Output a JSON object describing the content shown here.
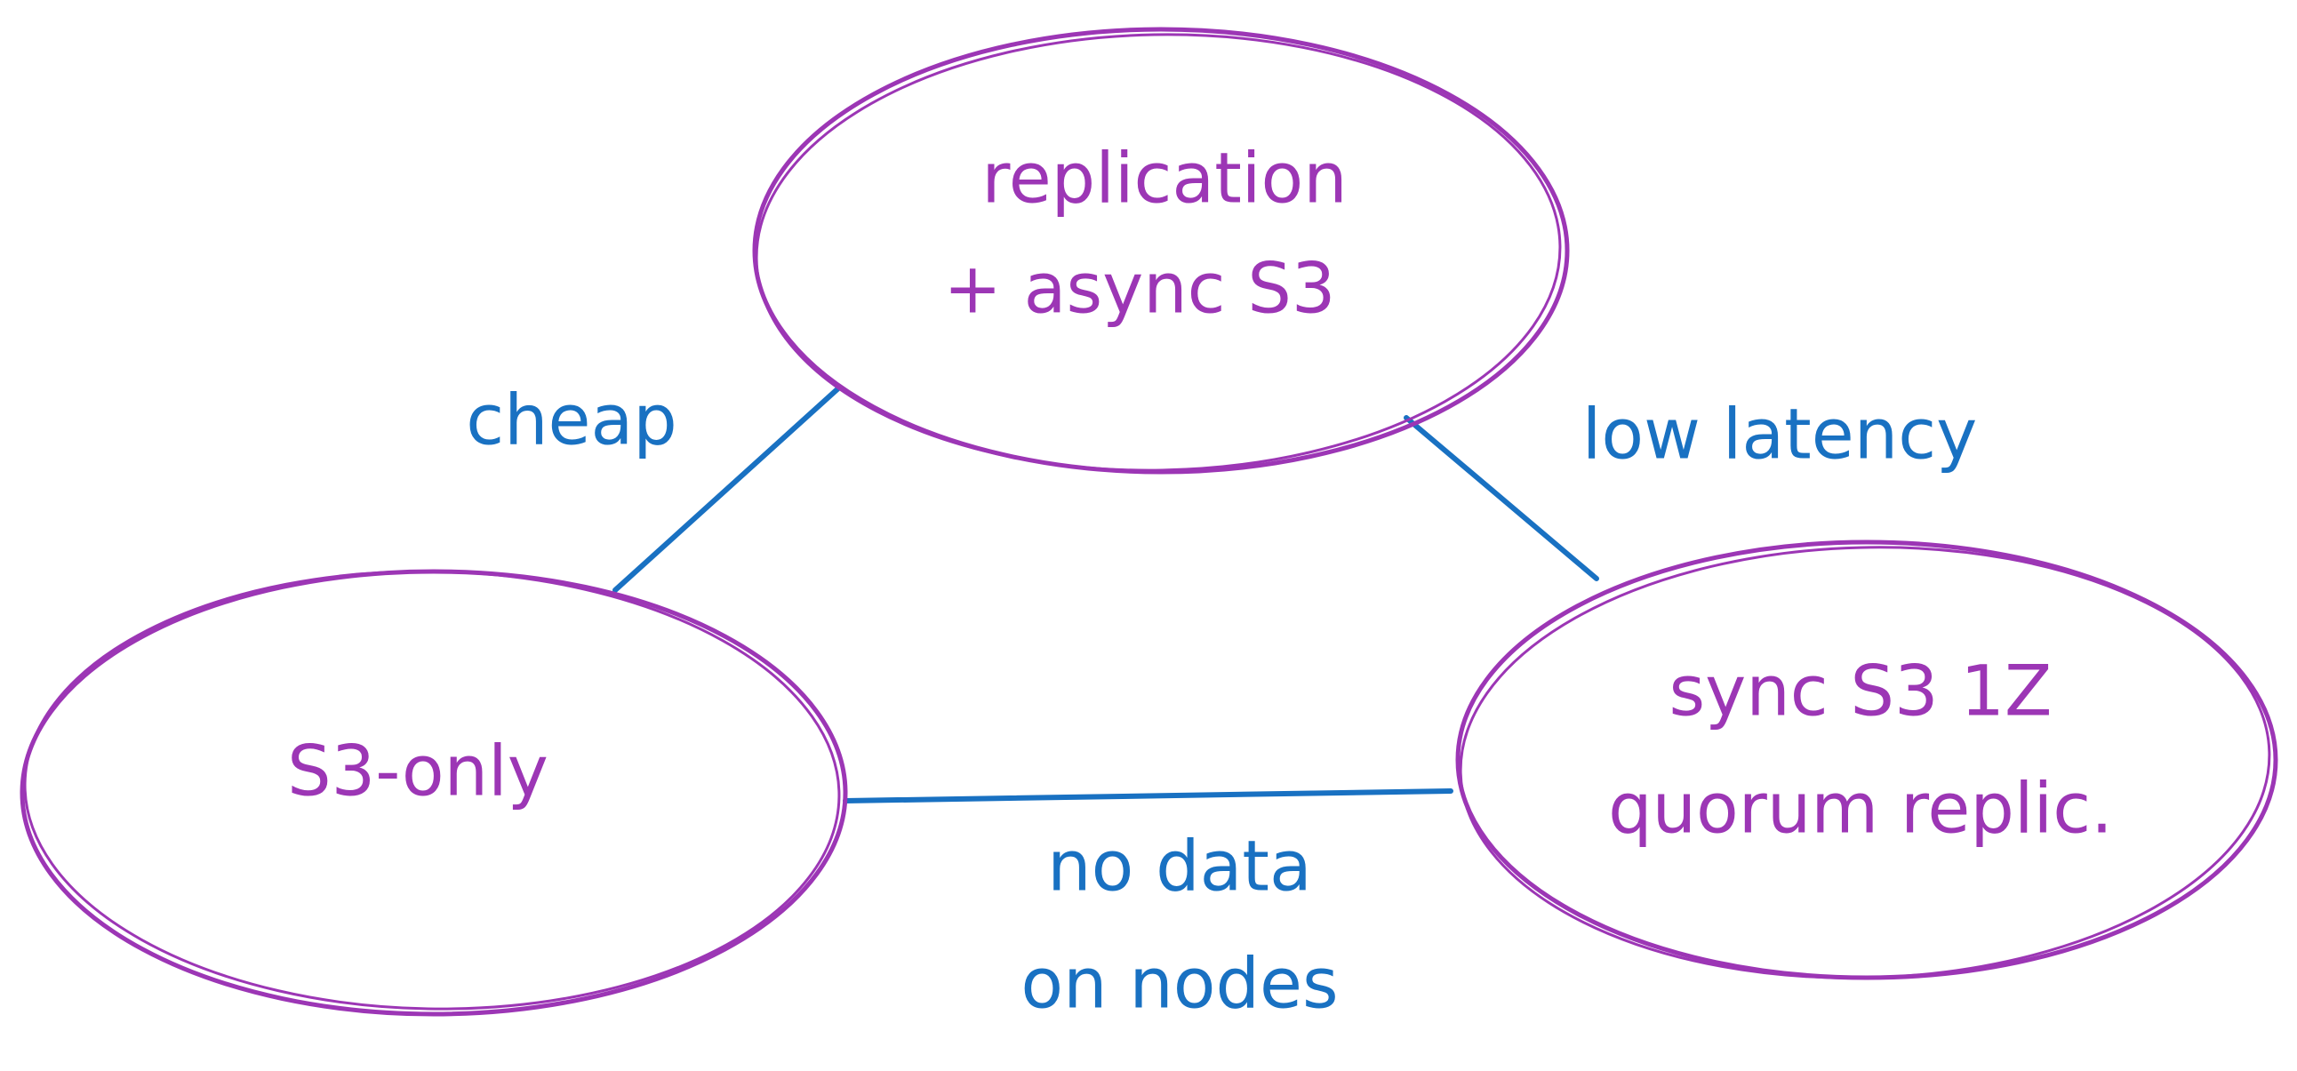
{
  "colors": {
    "node": "#9c36b5",
    "edge": "#1971c2",
    "background": "#ffffff"
  },
  "nodes": {
    "top": {
      "lines": [
        "replication",
        "+ async S3"
      ]
    },
    "left": {
      "lines": [
        "S3-only"
      ]
    },
    "right": {
      "lines": [
        "sync S3 1Z",
        "quorum replic."
      ]
    }
  },
  "edges": {
    "top_left": {
      "label": "cheap"
    },
    "top_right": {
      "label": "low latency"
    },
    "left_right": {
      "lines": [
        "no data",
        "on nodes"
      ]
    }
  }
}
